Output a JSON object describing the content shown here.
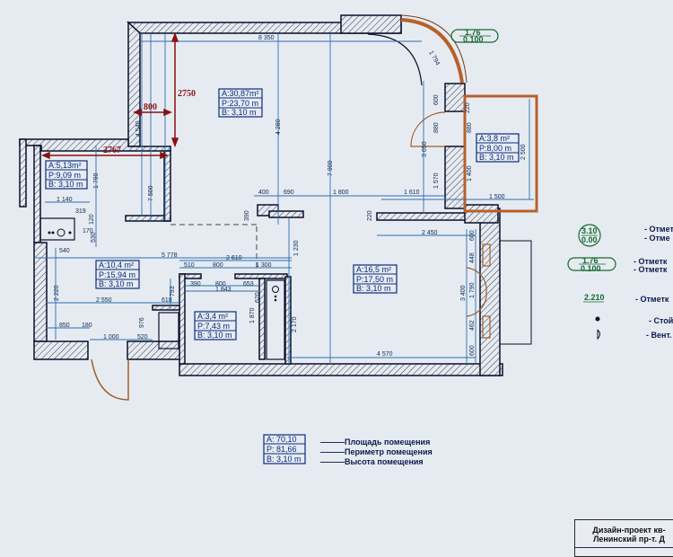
{
  "rooms": [
    {
      "id": "living",
      "area": "A:30,87m²",
      "perimeter": "P:23,70 m",
      "height": "B: 3,10 m"
    },
    {
      "id": "wc",
      "area": "A:5,13m²",
      "perimeter": "P:9,09 m",
      "height": "B: 3,10 m"
    },
    {
      "id": "hall",
      "area": "A:10,4 m²",
      "perimeter": "P:15,94 m",
      "height": "B: 3,10 m"
    },
    {
      "id": "bath",
      "area": "A:3,4 m²",
      "perimeter": "P:7,43 m",
      "height": "B: 3,10 m"
    },
    {
      "id": "bedroom",
      "area": "A:16,5 m²",
      "perimeter": "P:17,50 m",
      "height": "B: 3,10 m"
    },
    {
      "id": "balcony",
      "area": "A:3,8 m²",
      "perimeter": "P:8,00 m",
      "height": "B: 3,10 m"
    }
  ],
  "red_dimensions": {
    "d2750": "2750",
    "d800": "800",
    "d2767": "2767"
  },
  "dimensions": {
    "top": "8 350",
    "arc": "1 794",
    "d4540": "4 540",
    "d4280": "4 280",
    "d7900": "7 900",
    "d7500": "7 500",
    "d1790": "1 790",
    "d1140": "1 140",
    "d319": "319",
    "d120": "120",
    "d170": "170",
    "d530": "530",
    "d540": "540",
    "d400": "400",
    "d690": "690",
    "d1800": "1 800",
    "d1610": "1 610",
    "d1500": "1 500",
    "d390": "390",
    "d600a": "600",
    "d880a": "880",
    "d880b": "880",
    "d3050": "3 050",
    "d1570": "1 570",
    "d1400": "1 400",
    "d2500": "2 500",
    "d220a": "220",
    "d220b": "220",
    "d5778": "5 778",
    "d2610": "2 610",
    "d510": "510",
    "d800b": "800",
    "d1300": "1 300",
    "d1230": "1 230",
    "d390b": "390",
    "d800c": "800",
    "d653": "653",
    "d1843": "1 843",
    "d620": "620",
    "d1870": "1 870",
    "d2170": "2 170",
    "d2220": "2 220",
    "d2550": "2 550",
    "d618": "618",
    "d793": "793",
    "d976": "976",
    "d850": "850",
    "d180": "180",
    "d1000": "1 000",
    "d520": "520",
    "d2450": "2 450",
    "d600b": "600",
    "d448": "448",
    "d3400": "3 400",
    "d1790b": "1 790",
    "d462": "462",
    "d600c": "600",
    "d4570": "4 570"
  },
  "elevation_marks": {
    "window_top": {
      "upper": "1.76",
      "lower": "0.100"
    }
  },
  "legend": {
    "marks": [
      {
        "upper": "3.10",
        "lower": "0.00",
        "desc1": "- Отмет",
        "desc2": "- Отме"
      },
      {
        "upper": "1.76",
        "lower": "0.100",
        "desc1": "- Отметк",
        "desc2": "- Отметк"
      },
      {
        "upper": "2.210",
        "lower": "",
        "desc1": "- Отметк",
        "desc2": ""
      }
    ],
    "column": "- Стой",
    "vent": "- Вент."
  },
  "totals": {
    "area": "A: 70,10",
    "perimeter": "P: 81,66",
    "height": "B: 3,10 m",
    "area_label": "———Площадь помещения",
    "perimeter_label": "———Периметр помещения",
    "height_label": "———Высота   помещения"
  },
  "title_block": {
    "line1": "Дизайн-проект кв-",
    "line2": "Ленинский пр-т. Д"
  }
}
